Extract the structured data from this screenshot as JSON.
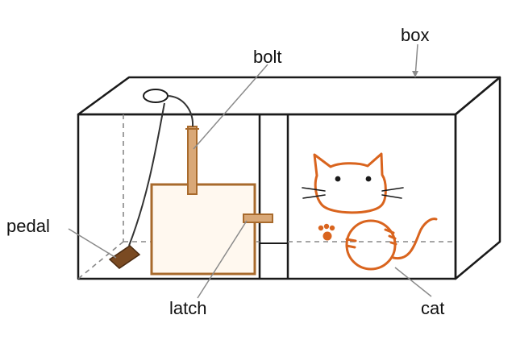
{
  "labels": {
    "box": "box",
    "bolt": "bolt",
    "pedal": "pedal",
    "latch": "latch",
    "cat": "cat"
  },
  "colors": {
    "outline": "#1a1a1a",
    "wood": "#a86a2c",
    "wood_fill": "#d9a877",
    "cat": "#d9641e",
    "pedal": "#7a4a22",
    "guide": "#888888"
  }
}
